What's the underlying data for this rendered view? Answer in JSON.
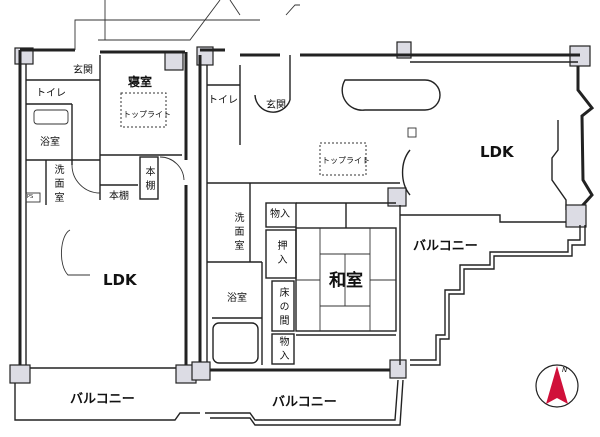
{
  "floor_plan": {
    "left_unit": {
      "entrance": "玄関",
      "bedroom": "寝室",
      "skylight": "トップライト",
      "toilet": "トイレ",
      "bathroom": "浴室",
      "washroom": "洗面室",
      "bookshelf_1": "本棚",
      "bookshelf_2": "本棚",
      "ldk": "LDK",
      "ps": "PS"
    },
    "right_unit": {
      "toilet": "トイレ",
      "entrance": "玄関",
      "skylight": "トップライト",
      "ldk": "LDK",
      "storage_1": "物入",
      "washroom": "洗面室",
      "closet": "押入",
      "japanese_room": "和室",
      "bathroom": "浴室",
      "tokonoma": "床の間",
      "storage_2": "物入"
    },
    "balconies": {
      "right": "バルコニー",
      "bottom_left": "バルコニー",
      "bottom_middle": "バルコニー"
    },
    "compass": {
      "label": "N",
      "color": "#d0103a"
    }
  }
}
